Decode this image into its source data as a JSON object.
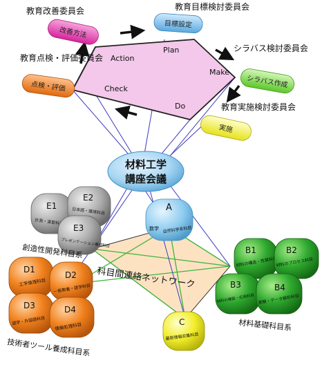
{
  "pdca": {
    "action": "Action",
    "plan": "Plan",
    "make": "Make",
    "check": "Check",
    "do": "Do"
  },
  "committees": {
    "improvement": "教育改善委員会",
    "goal": "教育目標検討委員会",
    "syllabus": "シラバス検討委員会",
    "evaluation": "教育点検・評価委員会",
    "implementation": "教育実施検討委員会"
  },
  "pills": {
    "improvement": "改善方法",
    "goal": "目標設定",
    "syllabus": "シラバス作成",
    "evaluation": "点検・評価",
    "implementation": "実施"
  },
  "center": {
    "line1": "材料工学",
    "line2": "講座会議"
  },
  "network_label": "科目間連絡ネットワーク",
  "groups": {
    "creative": "創造性開発科目系",
    "engineer": "技術者ツール養成科目系",
    "basic": "材料基礎科目系"
  },
  "blocks": {
    "E1": {
      "code": "E1",
      "text": "計測・演習科目"
    },
    "E2": {
      "code": "E2",
      "text": "日本語・環境科目"
    },
    "E3": {
      "code": "E3",
      "text": "プレゼンテーション養成科目"
    },
    "A": {
      "code": "A",
      "text1": "数学",
      "text2": "自然科学系科目"
    },
    "B1": {
      "code": "B1",
      "text": "材料の構造・性質科目"
    },
    "B2": {
      "code": "B2",
      "text": "材料のプロセス科目"
    },
    "B3": {
      "code": "B3",
      "text": "材料の機能・応用科目"
    },
    "B4": {
      "code": "B4",
      "text": "実験・データ解析科目"
    },
    "C": {
      "code": "C",
      "text": "最新情報収集科目"
    },
    "D1": {
      "code": "D1",
      "text": "工学倫理科目"
    },
    "D2": {
      "code": "D2",
      "text": "一般教養・語学科目"
    },
    "D3": {
      "code": "D3",
      "text": "語学・外国語科目"
    },
    "D4": {
      "code": "D4",
      "text": "情報処理科目"
    }
  },
  "colors": {
    "pentagon_fill": "#f3c8ea",
    "network_fill": "#fde2c2",
    "center": "#a8d6f2",
    "magenta": "#e63fb0",
    "blue": "#7fc4ec",
    "green_light": "#8fdc5a",
    "orange": "#f07d1e",
    "yellow": "#f4f23c",
    "gray": "#a3a3a3",
    "green_dark": "#2aa32a",
    "line_blue": "#3a3ac0",
    "line_green": "#3cb43c"
  }
}
